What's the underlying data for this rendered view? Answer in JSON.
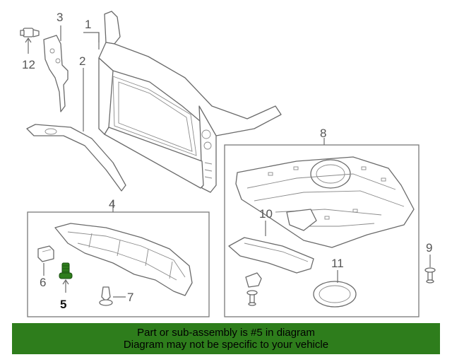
{
  "callouts": {
    "c1": "1",
    "c2": "2",
    "c3": "3",
    "c4": "4",
    "c5": "5",
    "c6": "6",
    "c7": "7",
    "c8": "8",
    "c9": "9",
    "c10": "10",
    "c11": "11",
    "c12": "12"
  },
  "highlight": {
    "part": "5",
    "color": "#2e7d1c"
  },
  "banner": {
    "line1": "Part or sub-assembly is #5 in diagram",
    "line2": "Diagram may not be specific to your vehicle",
    "bg_color": "#2e7d1c"
  }
}
